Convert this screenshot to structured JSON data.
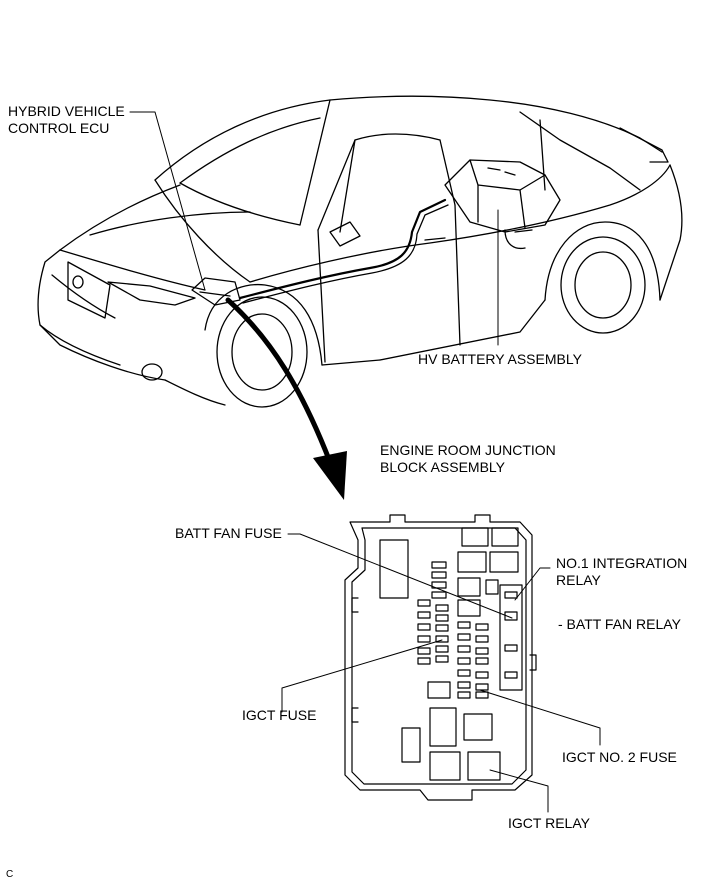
{
  "labels": {
    "hybrid_ecu_line1": "HYBRID VEHICLE",
    "hybrid_ecu_line2": "CONTROL ECU",
    "hv_battery": "HV BATTERY ASSEMBLY",
    "junction_line1": "ENGINE ROOM JUNCTION",
    "junction_line2": "BLOCK ASSEMBLY",
    "batt_fan_fuse": "BATT FAN FUSE",
    "integration_relay_line1": "NO.1 INTEGRATION",
    "integration_relay_line2": "RELAY",
    "batt_fan_relay": "- BATT FAN RELAY",
    "igct_fuse": "IGCT FUSE",
    "igct_no2_fuse": "IGCT NO. 2 FUSE",
    "igct_relay": "IGCT RELAY",
    "corner_code": "C"
  }
}
